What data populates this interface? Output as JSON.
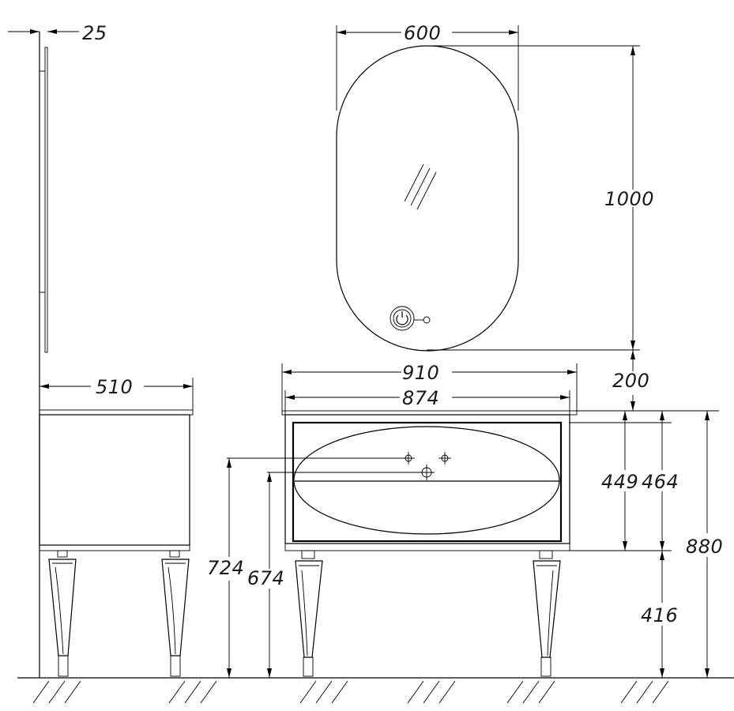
{
  "dimensions": {
    "mirror_depth": "25",
    "mirror_width": "600",
    "mirror_height": "1000",
    "mirror_gap": "200",
    "cabinet_depth": "510",
    "top_width": "910",
    "cabinet_width": "874",
    "drawer_inner_height": "449",
    "drawer_height": "464",
    "total_height": "880",
    "leg_height": "416",
    "upper_hole_height": "724",
    "drain_height": "674"
  },
  "icons": {
    "mirror_switch": "power-icon"
  }
}
